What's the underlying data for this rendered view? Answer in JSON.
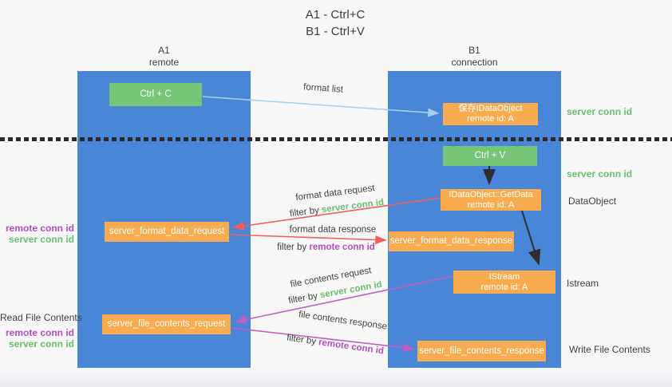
{
  "colors": {
    "background": "#f7f7f8",
    "column_blue": "#4a86d8",
    "box_green": "#76c578",
    "box_orange": "#f8ac4f",
    "arrow_lightblue": "#a6cfec",
    "arrow_black": "#2e2e2e",
    "arrow_red": "#ee6059",
    "arrow_magenta": "#c05ec2",
    "text_dark": "#3d3d3d",
    "text_green": "#68bf6c",
    "text_purple": "#b54ec0"
  },
  "title": {
    "line1": "A1 - Ctrl+C",
    "line2": "B1 - Ctrl+V"
  },
  "columns": {
    "a1": {
      "id": "A1",
      "subtitle": "remote"
    },
    "b1": {
      "id": "B1",
      "subtitle": "connection"
    }
  },
  "boxes": {
    "ctrl_c": {
      "label": "Ctrl + C"
    },
    "save_idataobject": {
      "line1": "保存IDataObject",
      "line2": "remote id: A"
    },
    "ctrl_v": {
      "label": "Ctrl + V"
    },
    "getdata": {
      "line1": "IDataObject::GetData",
      "line2": "remote id: A"
    },
    "format_request": {
      "label": "server_format_data_request"
    },
    "format_response": {
      "label": "server_format_data_response"
    },
    "istream": {
      "line1": "IStream",
      "line2": "remote id: A"
    },
    "file_request": {
      "label": "server_file_contents_request"
    },
    "file_response": {
      "label": "server_file_contents_response"
    }
  },
  "flow_labels": {
    "format_list": "format list",
    "format_data_request": "format data request",
    "format_data_request_filter_prefix": "filter by ",
    "format_data_request_filter_key": "server conn id",
    "format_data_response": "format data response",
    "format_data_response_filter_prefix": "filter by ",
    "format_data_response_filter_key": "remote conn id",
    "file_contents_request": "file contents request",
    "file_contents_request_filter_prefix": "filter by ",
    "file_contents_request_filter_key": "server conn id",
    "file_contents_response": "file contents response",
    "file_contents_response_filter_prefix": "filter by ",
    "file_contents_response_filter_key": "remote conn id"
  },
  "side_labels": {
    "left_format_remote": "remote conn id",
    "left_format_server": "server conn id",
    "read_title": "Read File Contents",
    "left_file_remote": "remote conn id",
    "left_file_server": "server conn id",
    "right_server_top": "server conn id",
    "right_server_mid": "server conn id",
    "dataobject": "DataObject",
    "istream": "Istream",
    "write_title": "Write File Contents"
  }
}
